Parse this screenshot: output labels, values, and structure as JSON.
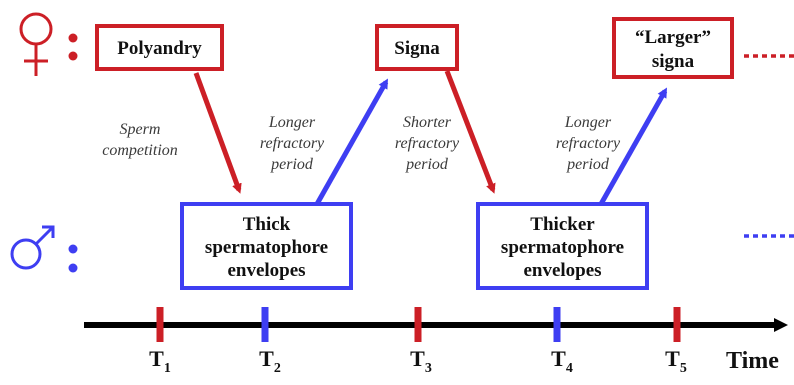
{
  "colors": {
    "female": "#cc1f26",
    "male": "#3e3ef2",
    "axis": "#000000",
    "text": "#111111",
    "note": "#3a3a3a"
  },
  "legend": {
    "female_icon": "female-symbol-icon",
    "male_icon": "male-symbol-icon",
    "separator": ":",
    "continuation": "....."
  },
  "boxes": {
    "polyandry": {
      "lines": [
        "Polyandry"
      ]
    },
    "signa": {
      "lines": [
        "Signa"
      ]
    },
    "larger_signa": {
      "lines": [
        "“Larger”",
        "signa"
      ]
    },
    "thick_envelopes": {
      "lines": [
        "Thick",
        "spermatophore",
        "envelopes"
      ]
    },
    "thicker_envelopes": {
      "lines": [
        "Thicker",
        "spermatophore",
        "envelopes"
      ]
    }
  },
  "notes": {
    "sperm_competition": [
      "Sperm",
      "competition"
    ],
    "longer_refractory_1": [
      "Longer",
      "refractory",
      "period"
    ],
    "shorter_refractory": [
      "Shorter",
      "refractory",
      "period"
    ],
    "longer_refractory_2": [
      "Longer",
      "refractory",
      "period"
    ]
  },
  "timeline": {
    "axis_label": "Time",
    "ticks": [
      {
        "main": "T",
        "sub": "1",
        "color": "female"
      },
      {
        "main": "T",
        "sub": "2",
        "color": "male"
      },
      {
        "main": "T",
        "sub": "3",
        "color": "female"
      },
      {
        "main": "T",
        "sub": "4",
        "color": "male"
      },
      {
        "main": "T",
        "sub": "5",
        "color": "female"
      }
    ]
  }
}
